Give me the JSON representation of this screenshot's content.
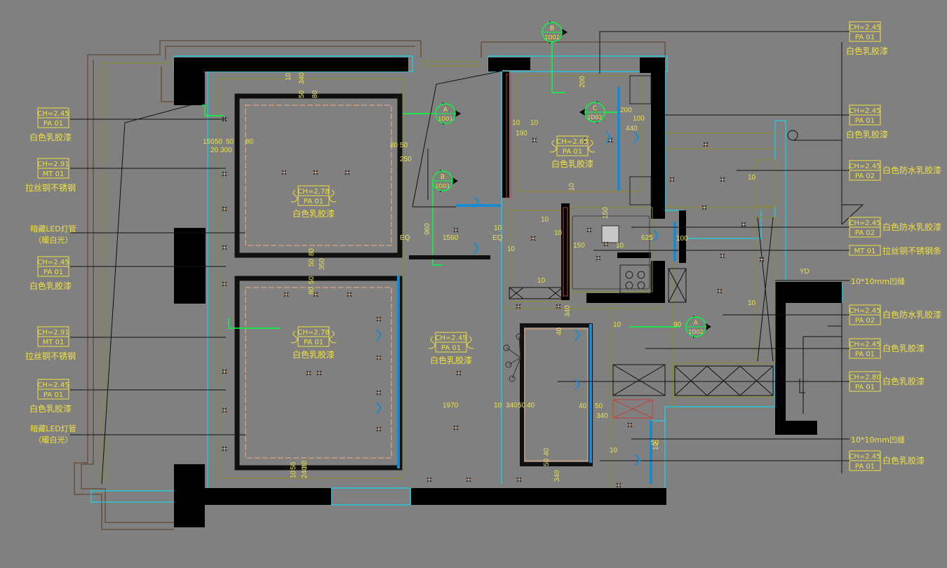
{
  "left_tags": [
    {
      "ch": "CH=2.45",
      "code": "PA 01",
      "label": "白色乳胶漆"
    },
    {
      "ch": "CH=2.91",
      "code": "MT 01",
      "label": "拉丝铜不锈钢"
    },
    {
      "ch": null,
      "code": null,
      "label": "暗藏LED灯管",
      "sub": "（暖白光）"
    },
    {
      "ch": "CH=2.45",
      "code": "PA 01",
      "label": "白色乳胶漆"
    },
    {
      "ch": "CH=2.91",
      "code": "MT 01",
      "label": "拉丝铜不锈钢"
    },
    {
      "ch": "CH=2.45",
      "code": "PA 01",
      "label": "白色乳胶漆"
    },
    {
      "ch": null,
      "code": null,
      "label": "暗藏LED灯管",
      "sub": "（暖白光）"
    }
  ],
  "right_tags": [
    {
      "ch": "CH=2.45",
      "code": "PA 01",
      "label": "白色乳胶漆"
    },
    {
      "ch": "CH=2.45",
      "code": "PA 01",
      "label": "白色乳胶漆"
    },
    {
      "ch": "CH=2.45",
      "code": "PA 02",
      "label": "白色防水乳胶漆"
    },
    {
      "ch": "CH=2.45",
      "code": "PA 02",
      "label": "白色防水乳胶漆"
    },
    {
      "ch": null,
      "code": "MT 01",
      "label": "拉丝铜不锈钢条"
    },
    {
      "ch": null,
      "code": null,
      "label": "10*10mm凹缝"
    },
    {
      "ch": "CH=2.45",
      "code": "PA 02",
      "label": "白色防水乳胶漆"
    },
    {
      "ch": "CH=2.45",
      "code": "PA 01",
      "label": "白色乳胶漆"
    },
    {
      "ch": "CH=2.80",
      "code": "PA 01",
      "label": "白色乳胶漆"
    },
    {
      "ch": null,
      "code": null,
      "label": "10*10mm凹缝"
    },
    {
      "ch": "CH=2.45",
      "code": "PA 01",
      "label": "白色乳胶漆"
    }
  ],
  "room_tags": [
    {
      "ch": "CH=2.78",
      "code": "PA 01",
      "label": "白色乳胶漆"
    },
    {
      "ch": "CH=2.78",
      "code": "PA 01",
      "label": "白色乳胶漆"
    },
    {
      "ch": "CH=2.45",
      "code": "PA 01",
      "label": "白色乳胶漆"
    },
    {
      "ch": "CH=2.85",
      "code": "PA 01",
      "label": "白色乳胶漆"
    }
  ],
  "section_markers": [
    {
      "letter": "A",
      "ref": "1D01"
    },
    {
      "letter": "B",
      "ref": "1D01"
    },
    {
      "letter": "B",
      "ref": "1D02"
    },
    {
      "letter": "C",
      "ref": "1D02"
    },
    {
      "letter": "A",
      "ref": "1D02"
    }
  ],
  "dims": {
    "d_10a": "10",
    "d_340a": "340",
    "d_50a": "50",
    "d_80a": "80",
    "d_150": "150",
    "d_50b": "50",
    "d_50c": "50",
    "d_80b": "80",
    "d_20": "20",
    "d_300": "300",
    "d_80c": "80",
    "d_50d": "50",
    "d_250": "250",
    "d_80d": "80",
    "d_50e": "50",
    "d_350": "350",
    "d_50f": "50",
    "d_80e": "80",
    "d_eq1": "EQ",
    "d_960": "960",
    "d_1560": "1560",
    "d_eq2": "EQ",
    "d_1970": "1970",
    "d_10b": "10",
    "d_340b": "340",
    "d_50g": "50",
    "d_40a": "40",
    "d_10c": "10",
    "d_50h": "50",
    "d_240": "240",
    "d_80f": "80",
    "d_10d": "10",
    "d_190": "190",
    "d_10e": "10",
    "d_200a": "200",
    "d_200b": "200",
    "d_100a": "100",
    "d_440": "440",
    "d_10f": "10",
    "d_10g": "10",
    "d_10h": "10",
    "d_10i": "10",
    "d_150b": "150",
    "d_10j": "10",
    "d_625": "625",
    "d_100b": "100",
    "d_150c": "150",
    "d_10k": "10",
    "d_10l": "10",
    "d_340c": "340",
    "d_40b": "40",
    "d_10m": "10",
    "d_90": "90",
    "d_10n": "10",
    "d_40c": "40",
    "d_50i": "50",
    "d_340d": "340",
    "d_50j": "50",
    "d_40d": "40",
    "d_340e": "340",
    "d_10o": "10",
    "d_50k": "50",
    "d_10p": "10",
    "d_10q": "10",
    "d_yd": "YD"
  }
}
